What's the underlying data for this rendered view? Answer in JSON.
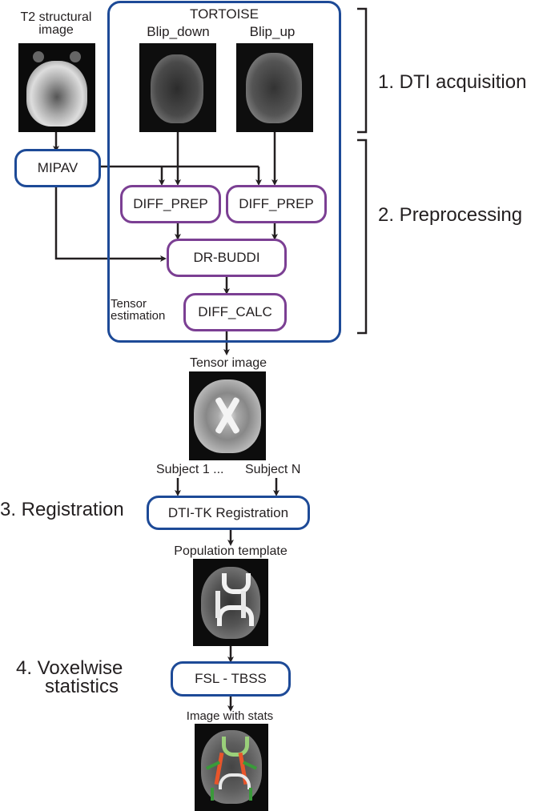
{
  "diagram": {
    "stages": {
      "s1": "1. DTI acquisition",
      "s2": "2. Preprocessing",
      "s3": "3. Registration",
      "s4_line1": "4. Voxelwise",
      "s4_line2": "statistics"
    },
    "tortoise": {
      "title": "TORTOISE",
      "blip_down": "Blip_down",
      "blip_up": "Blip_up"
    },
    "t2": {
      "line1": "T2 structural",
      "line2": "image"
    },
    "nodes": {
      "mipav": "MIPAV",
      "diff_prep_left": "DIFF_PREP",
      "diff_prep_right": "DIFF_PREP",
      "dr_buddi": "DR-BUDDI",
      "diff_calc": "DIFF_CALC",
      "dtitk": "DTI-TK  Registration",
      "fsl": "FSL - TBSS"
    },
    "annotations": {
      "tensor_est_line1": "Tensor",
      "tensor_est_line2": "estimation",
      "tensor_image": "Tensor image",
      "subject1": "Subject 1 ...",
      "subjectN": "Subject N",
      "population": "Population template",
      "image_stats": "Image with stats"
    },
    "colors": {
      "tool_box_border": "#1d4a97",
      "tortoise_module_border": "#7b3f93",
      "arrow": "#231f20"
    }
  }
}
